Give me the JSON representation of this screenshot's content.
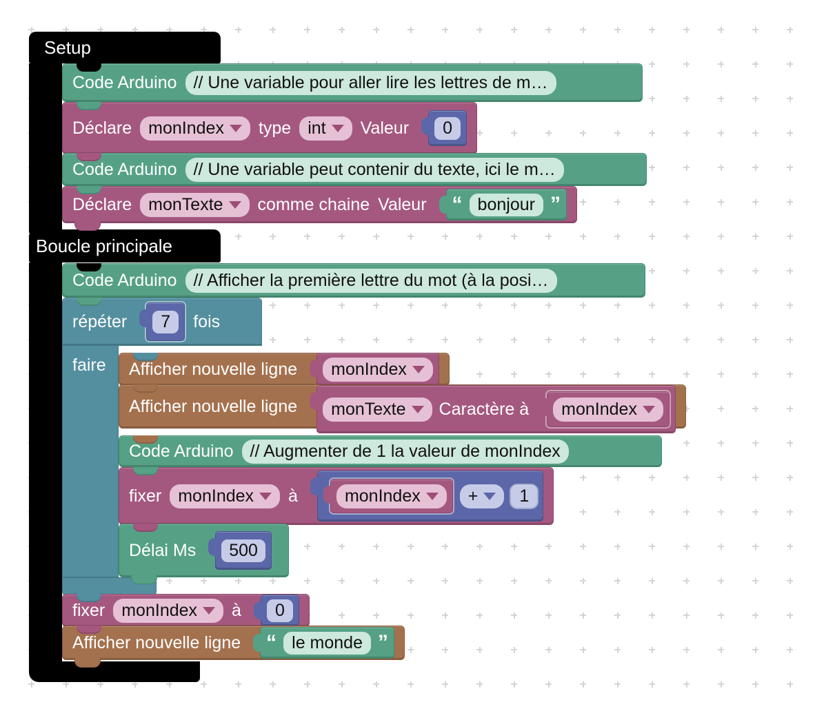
{
  "colors": {
    "block_green": "#56a186",
    "block_pink": "#a5587f",
    "block_blue": "#5b67a8",
    "block_teal": "#548fa0",
    "block_brown": "#a4714e",
    "container_black": "#000000",
    "grid_dot": "#d4d4d4"
  },
  "setup": {
    "title": "Setup",
    "comment1": {
      "keyword": "Code Arduino",
      "text": "// Une variable pour aller lire les lettres de m…"
    },
    "declare_int": {
      "keyword": "Déclare",
      "variable": "monIndex",
      "type_label": "type",
      "type_value": "int",
      "value_label": "Valeur",
      "value": "0"
    },
    "comment2": {
      "keyword": "Code Arduino",
      "text": "// Une variable peut contenir du texte, ici le m…"
    },
    "declare_text": {
      "keyword": "Déclare",
      "variable": "monTexte",
      "as_label": "comme chaine",
      "value_label": "Valeur",
      "open_quote": "“",
      "value": "bonjour",
      "close_quote": "”"
    }
  },
  "main_loop": {
    "title": "Boucle principale",
    "comment1": {
      "keyword": "Code Arduino",
      "text": "// Afficher la première lettre du mot (à la posi…"
    },
    "repeat": {
      "keyword": "répéter",
      "count": "7",
      "suffix": "fois",
      "do_label": "faire"
    },
    "print_index": {
      "keyword": "Afficher nouvelle ligne",
      "variable": "monIndex"
    },
    "print_char": {
      "keyword": "Afficher nouvelle ligne",
      "variable": "monTexte",
      "char_at_label": "Caractère à",
      "index_variable": "monIndex"
    },
    "comment2": {
      "keyword": "Code Arduino",
      "text": "// Augmenter de 1 la valeur de monIndex"
    },
    "increment": {
      "keyword": "fixer",
      "variable": "monIndex",
      "to_label": "à",
      "expr_variable": "monIndex",
      "operator": "+",
      "operand": "1"
    },
    "delay": {
      "keyword": "Délai Ms",
      "value": "500"
    },
    "reset": {
      "keyword": "fixer",
      "variable": "monIndex",
      "to_label": "à",
      "value": "0"
    },
    "print_text": {
      "keyword": "Afficher nouvelle ligne",
      "open_quote": "“",
      "value": "le monde",
      "close_quote": "”"
    }
  }
}
